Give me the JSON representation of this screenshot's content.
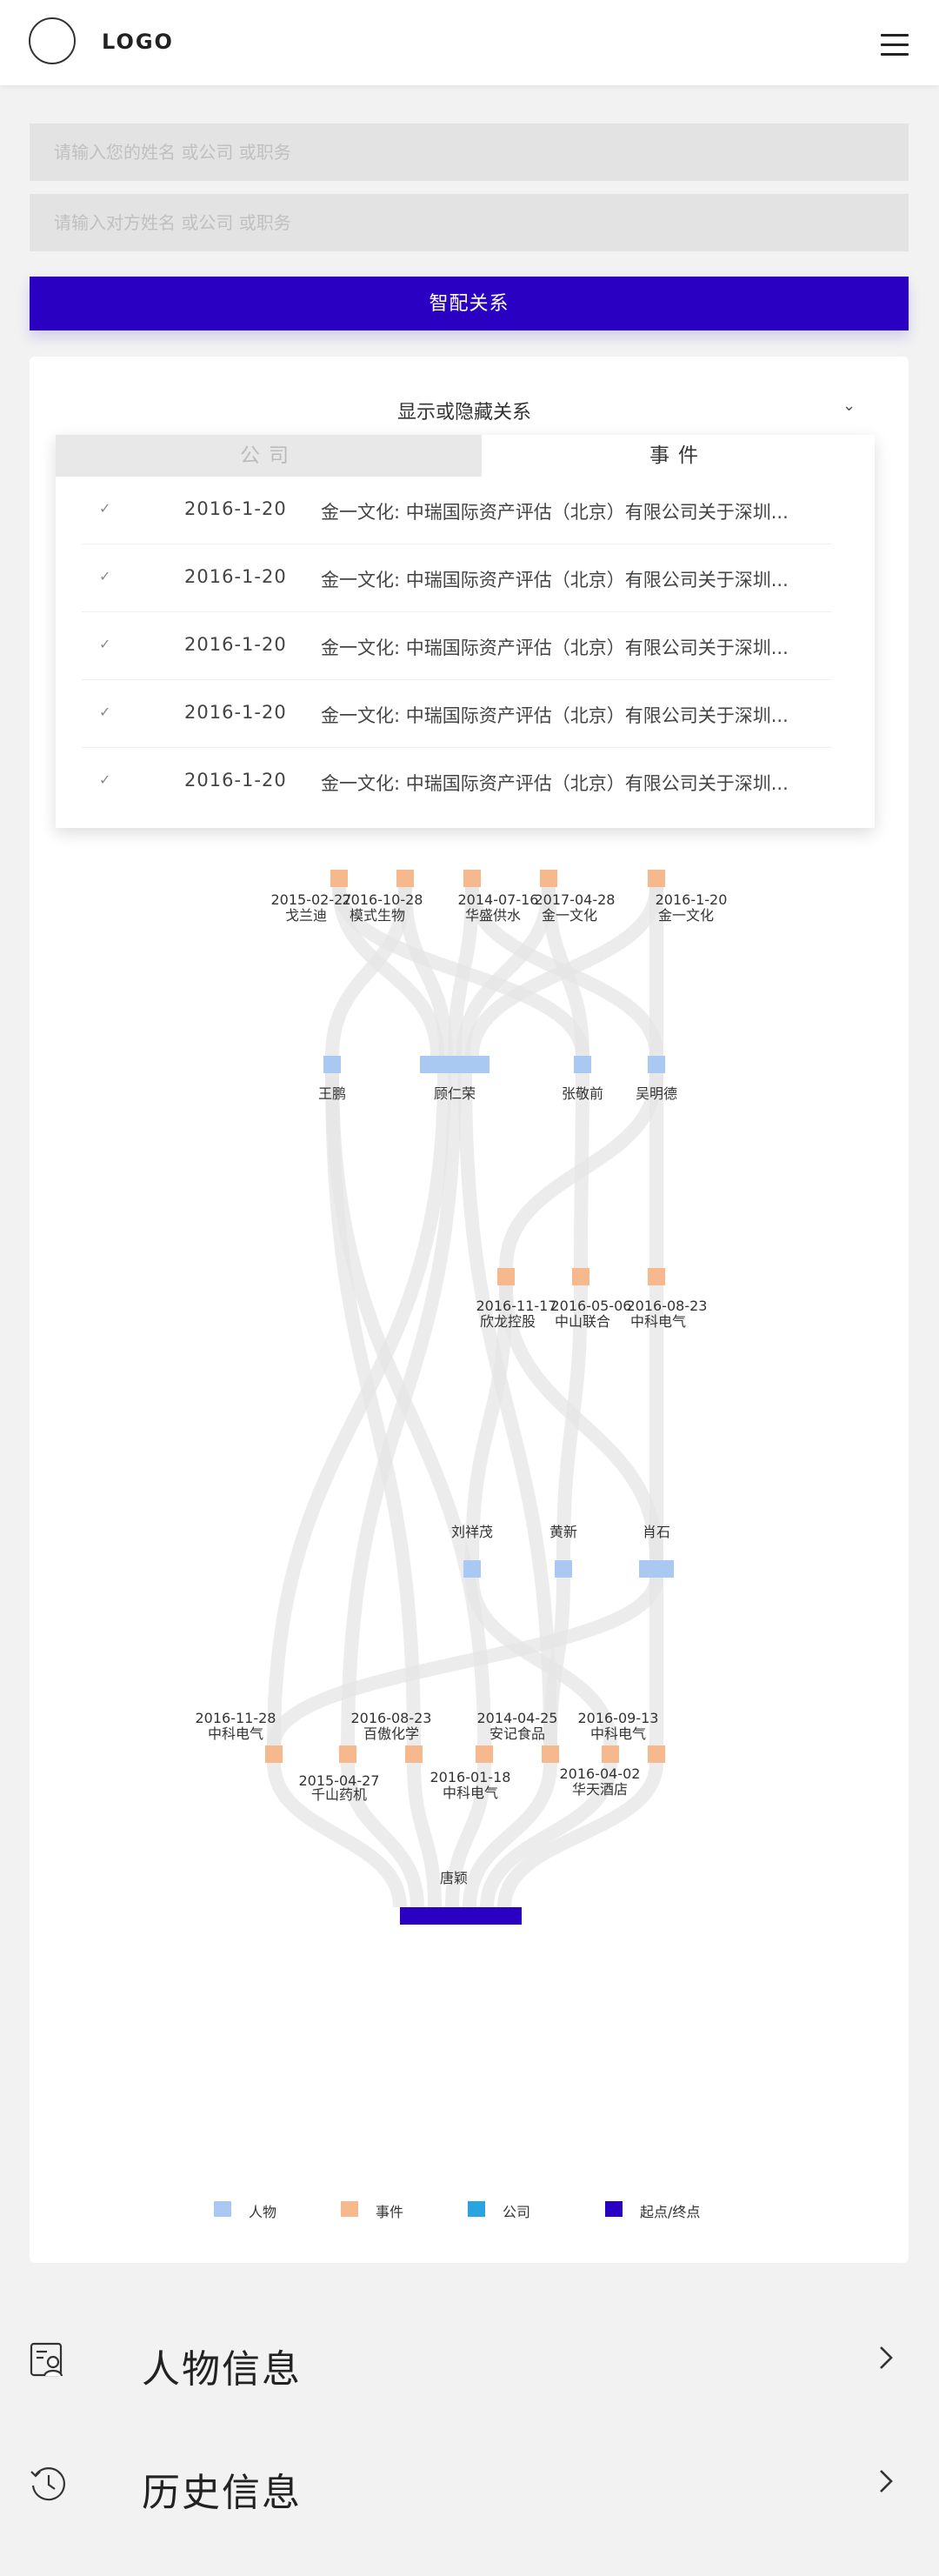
{
  "header": {
    "logo_text": "LOGO"
  },
  "search": {
    "self_placeholder": "请输入您的姓名 或公司 或职务",
    "other_placeholder": "请输入对方姓名 或公司 或职务",
    "match_label": "智配关系"
  },
  "filter": {
    "title": "显示或隐藏关系",
    "tabs": {
      "company": "公司",
      "event": "事件"
    },
    "rows": [
      {
        "date": "2016-1-20",
        "text": "金一文化: 中瑞国际资产评估（北京）有限公司关于深圳..."
      },
      {
        "date": "2016-1-20",
        "text": "金一文化: 中瑞国际资产评估（北京）有限公司关于深圳..."
      },
      {
        "date": "2016-1-20",
        "text": "金一文化: 中瑞国际资产评估（北京）有限公司关于深圳..."
      },
      {
        "date": "2016-1-20",
        "text": "金一文化: 中瑞国际资产评估（北京）有限公司关于深圳..."
      },
      {
        "date": "2016-1-20",
        "text": "金一文化: 中瑞国际资产评估（北京）有限公司关于深圳..."
      }
    ]
  },
  "colors": {
    "person": "#a9c8f2",
    "event": "#f5b98d",
    "company": "#2aa4e0",
    "endpoint": "#2a00c2",
    "link": "#e6e6e6"
  },
  "graph": {
    "layer1_events": [
      {
        "date": "2015-02-27",
        "name": "戈兰迪"
      },
      {
        "date": "2016-10-28",
        "name": "模式生物"
      },
      {
        "date": "2014-07-16",
        "name": "华盛供水"
      },
      {
        "date": "2017-04-28",
        "name": "金一文化"
      },
      {
        "date": "2016-1-20",
        "name": "金一文化"
      }
    ],
    "layer2_persons": [
      "王鹏",
      "顾仁荣",
      "张敬前",
      "吴明德"
    ],
    "layer3_events": [
      {
        "date": "2016-11-17",
        "name": "欣龙控股"
      },
      {
        "date": "2016-05-06",
        "name": "中山联合"
      },
      {
        "date": "2016-08-23",
        "name": "中科电气"
      }
    ],
    "layer4_persons": [
      "刘祥茂",
      "黄新",
      "肖石"
    ],
    "layer5_events": [
      {
        "date": "2016-11-28",
        "name": "中科电气"
      },
      {
        "date": "2015-04-27",
        "name": "千山药机"
      },
      {
        "date": "2016-08-23",
        "name": "百傲化学"
      },
      {
        "date": "2016-01-18",
        "name": "中科电气"
      },
      {
        "date": "2014-04-25",
        "name": "安记食品"
      },
      {
        "date": "2016-04-02",
        "name": "华天酒店"
      },
      {
        "date": "2016-09-13",
        "name": "中科电气"
      }
    ],
    "endpoint": "唐颖"
  },
  "legend": {
    "person": "人物",
    "event": "事件",
    "company": "公司",
    "endpoint": "起点/终点"
  },
  "sections": {
    "person_info": "人物信息",
    "history_info": "历史信息"
  }
}
